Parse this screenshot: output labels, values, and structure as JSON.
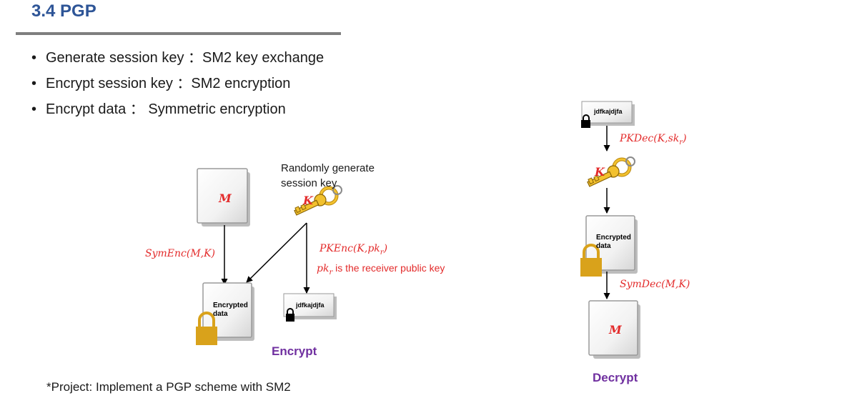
{
  "title": "3.4  PGP",
  "bullets": [
    {
      "label": "Generate session key",
      "sep": "：",
      "value": "SM2 key exchange"
    },
    {
      "label": "Encrypt session key",
      "sep": "：",
      "value": "SM2 encryption"
    },
    {
      "label": "Encrypt data",
      "sep": "：",
      "value": " Symmetric encryption"
    }
  ],
  "encrypt": {
    "message_symbol": "M",
    "random_note": "Randomly generate session key",
    "key_symbol": "K",
    "symenc": "SymEnc(M,K)",
    "pkenc": "PKEnc(K,pkr)",
    "pk_symbol": "pkr",
    "pk_note": " is the receiver public key",
    "encrypted_data": "Encrypted data",
    "ciphertext": "jdfkajdjfa",
    "section_title": "Encrypt"
  },
  "decrypt": {
    "ciphertext": "jdfkajdjfa",
    "pkdec": "PKDec(K,skr)",
    "key_symbol": "K",
    "encrypted_data": "Encrypted data",
    "symdec": "SymDec(M,K)",
    "message_symbol": "M",
    "section_title": "Decrypt"
  },
  "project_note": "*Project: Implement a PGP scheme with SM2",
  "colors": {
    "title": "#2e5597",
    "formula": "#e32b2b",
    "section": "#7030a0",
    "lock_gold": "#d9a21b",
    "lock_black": "#000000"
  }
}
